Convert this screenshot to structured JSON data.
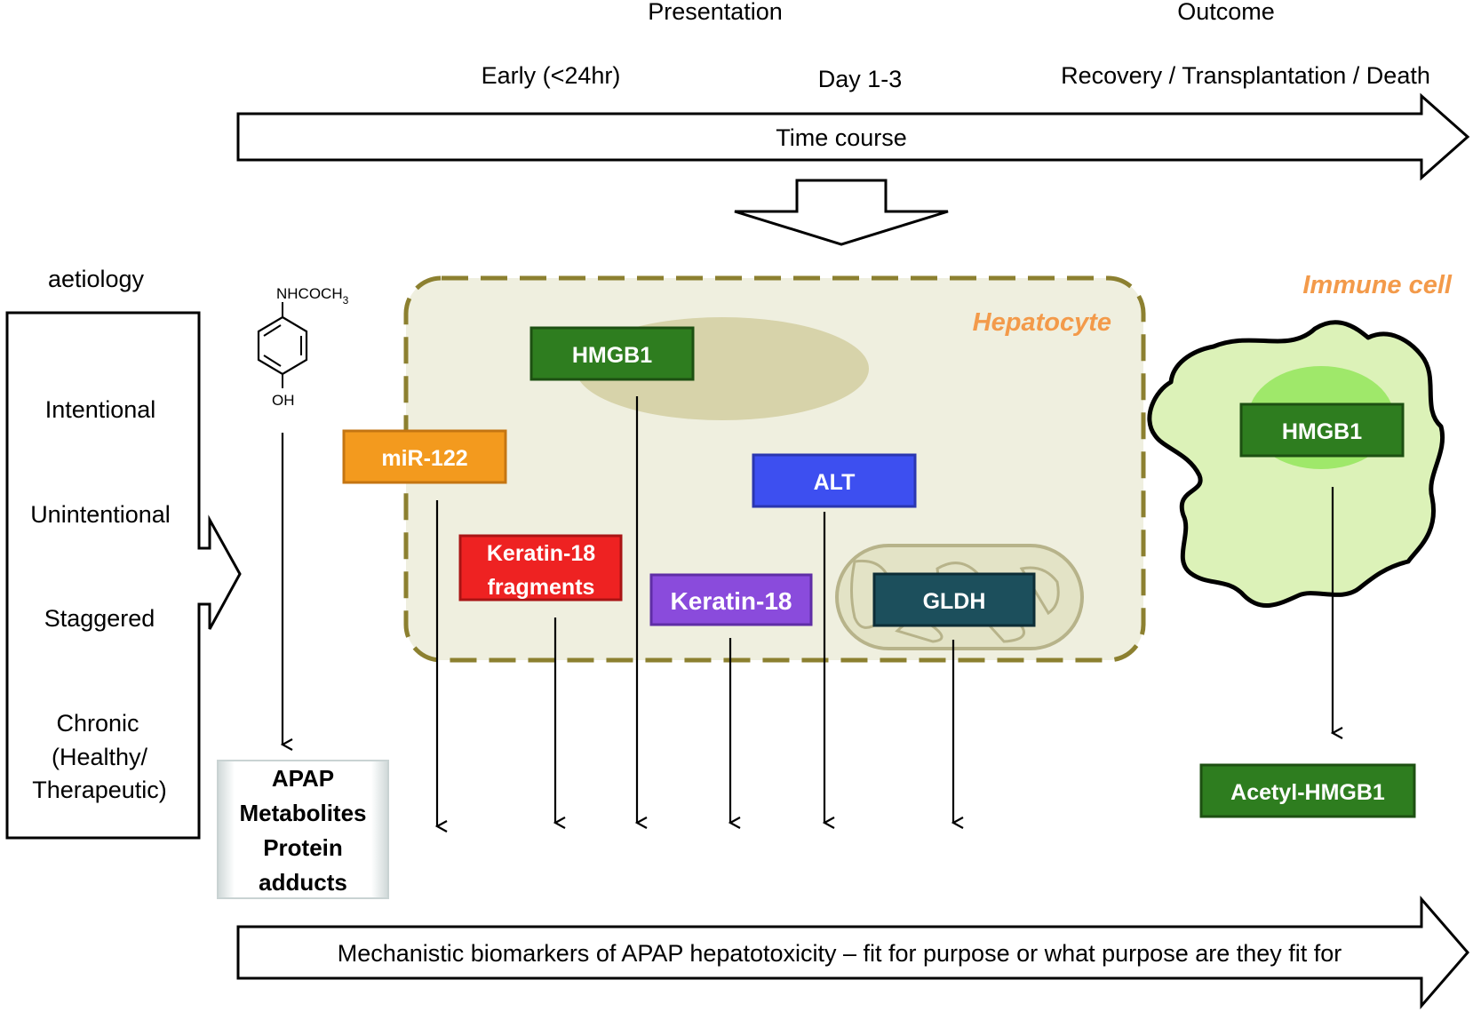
{
  "header": {
    "presentation": "Presentation",
    "outcome": "Outcome",
    "early": "Early (<24hr)",
    "day": "Day 1-3",
    "recovery": "Recovery / Transplantation / Death"
  },
  "time_course": {
    "label": "Time course"
  },
  "aetiology": {
    "title": "aetiology",
    "items": [
      "Intentional",
      "Unintentional",
      "Staggered",
      "Chronic",
      "(Healthy/",
      "Therapeutic)"
    ]
  },
  "molecule": {
    "top_label": "NHCOCH",
    "top_subscript": "3",
    "bottom_label": "OH"
  },
  "apap_box": {
    "lines": [
      "APAP",
      "Metabolites",
      "Protein",
      "adducts"
    ]
  },
  "hepatocyte": {
    "label": "Hepatocyte"
  },
  "immune_cell": {
    "label": "Immune cell"
  },
  "biomarkers": {
    "hmgb1": "HMGB1",
    "mir122": "miR-122",
    "alt": "ALT",
    "keratin_fragments_1": "Keratin-18",
    "keratin_fragments_2": "fragments",
    "keratin18": "Keratin-18",
    "gldh": "GLDH",
    "immune_hmgb1": "HMGB1",
    "acetyl_hmgb1": "Acetyl-HMGB1"
  },
  "colors": {
    "hmgb1": "#2e7d1f",
    "mir122": "#f39a1e",
    "alt": "#3d4ff0",
    "keratin_fragments": "#ee2222",
    "keratin18": "#8a4bdc",
    "gldh": "#1c4f5c",
    "hepatocyte_fill": "#efefdf",
    "hepatocyte_border": "#8c8030",
    "nucleus": "#d7d3aa",
    "cell_label": "#f39a4a",
    "immune_fill": "#dcf2b8",
    "immune_nucleus": "#9fe86a"
  },
  "footer": {
    "label": "Mechanistic biomarkers of APAP hepatotoxicity – fit for purpose or what purpose are they fit for"
  }
}
